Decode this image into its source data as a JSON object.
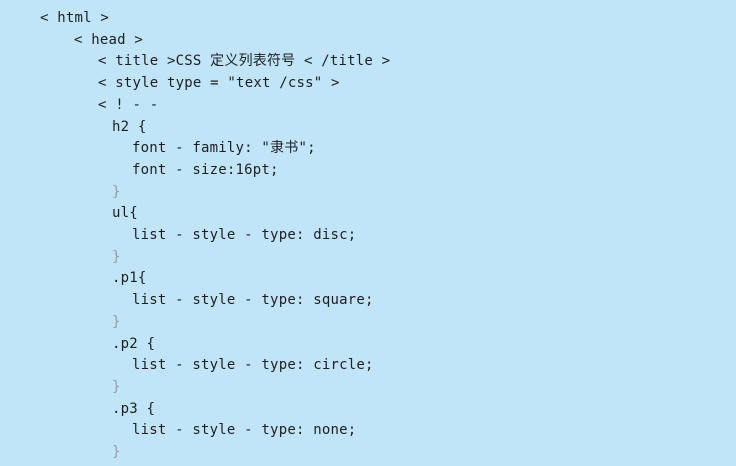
{
  "code": {
    "lines": [
      "< html >",
      "< head >",
      "< title >CSS 定义列表符号 < /title >",
      "< style type = \"text /css\" >",
      "< ! - -",
      "h2 {",
      "font - family: \"隶书\";",
      "font - size:16pt;",
      "}",
      "ul{",
      "list - style - type: disc;",
      "}",
      ".p1{",
      "list - style - type: square;",
      "}",
      ".p2 {",
      "list - style - type: circle;",
      "}",
      ".p3 {",
      "list - style - type: none;",
      "}"
    ]
  }
}
